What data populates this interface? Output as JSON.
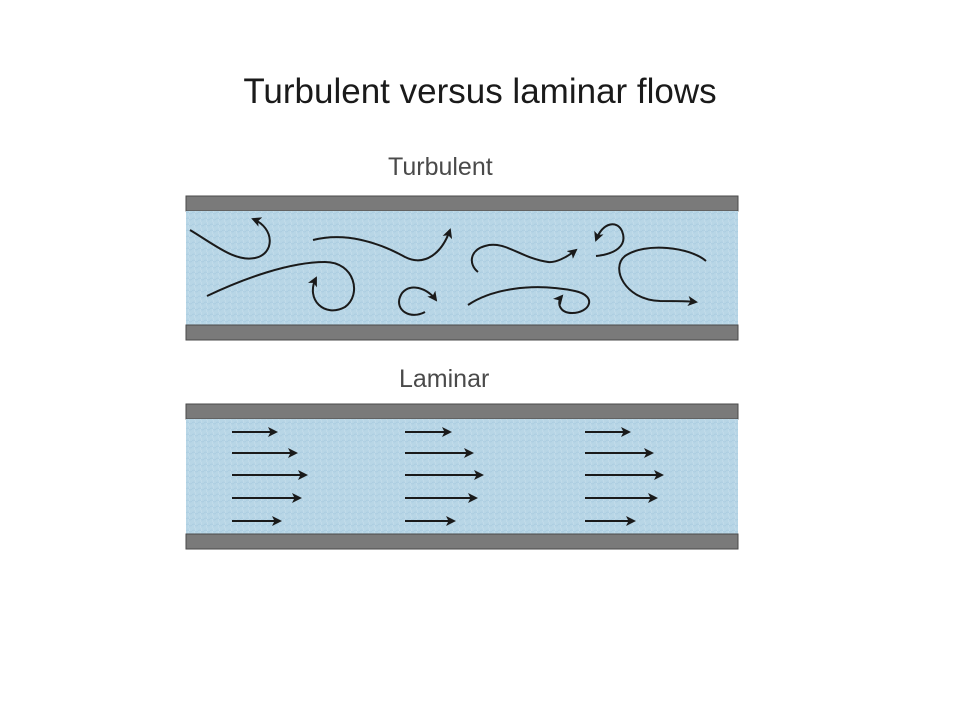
{
  "slide": {
    "title": "Turbulent versus laminar flows"
  },
  "diagram": {
    "turbulent": {
      "label": "Turbulent"
    },
    "laminar": {
      "label": "Laminar"
    },
    "colors": {
      "fluid": "#b8d6e6",
      "pipe_wall": "#7a7a7a",
      "pipe_wall_edge": "#4a4a4a",
      "arrow": "#1a1a1a",
      "label": "#4a4a4a"
    }
  }
}
